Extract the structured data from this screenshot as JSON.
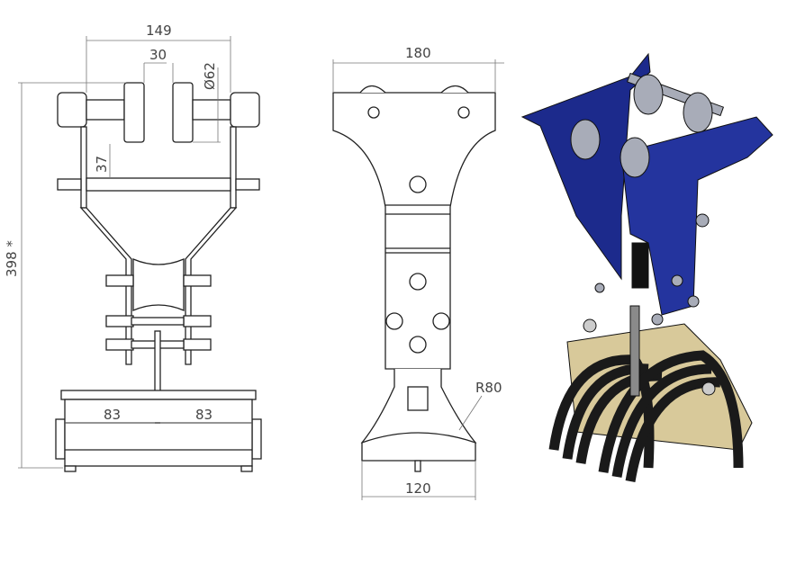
{
  "front_view": {
    "width_label": "149",
    "gap_label": "30",
    "roller_diameter_label": "Ø62",
    "offset_label": "37",
    "height_label": "398 *",
    "left_span_label": "83",
    "right_span_label": "83"
  },
  "side_view": {
    "width_label": "180",
    "radius_label": "R80",
    "base_width_label": "120"
  },
  "iso_view": {
    "plate_color": "#1c2a8c",
    "roller_color": "#a8acb8",
    "cable_color": "#1a1a1a",
    "cradle_color": "#d8c99a"
  }
}
